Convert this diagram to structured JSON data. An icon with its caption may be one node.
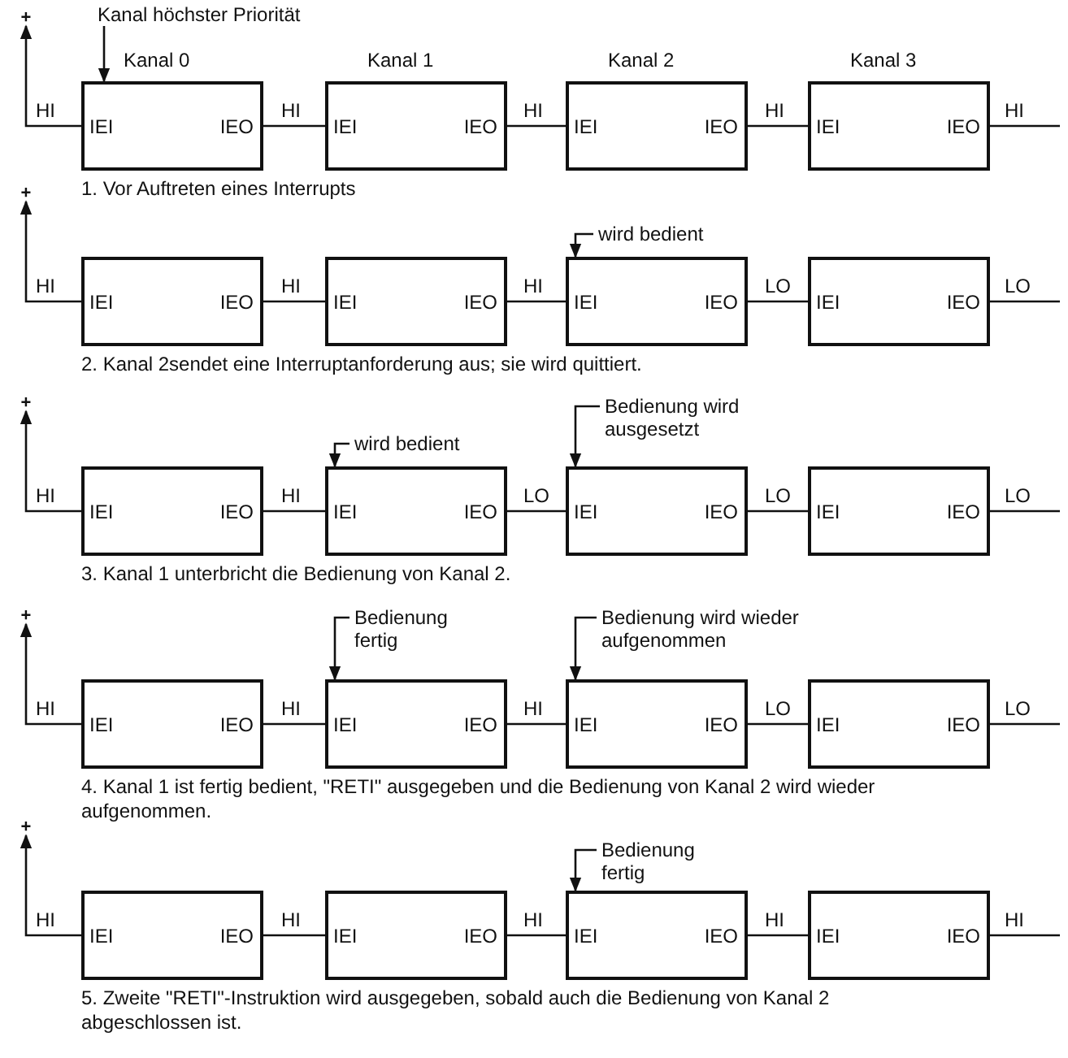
{
  "diagram": {
    "nodes": [
      {
        "text": [
          "Kanal höchster Priorität"
        ]
      },
      {
        "text": [
          "+"
        ]
      },
      {
        "text": [
          "Kanal 0",
          "IEI",
          "IEO"
        ]
      },
      {
        "text": [
          "Kanal 1",
          "IEI",
          "IEO"
        ]
      },
      {
        "text": [
          "Kanal 2",
          "IEI",
          "IEO"
        ]
      },
      {
        "text": [
          "Kanal 3",
          "IEI",
          "IEO"
        ]
      },
      {
        "text": [
          "wird bedient"
        ]
      },
      {
        "text": [
          "+"
        ]
      },
      {
        "text": [
          "IEI",
          "IEO"
        ]
      },
      {
        "text": [
          "IEI",
          "IEO"
        ]
      },
      {
        "text": [
          "IEI",
          "IEO"
        ]
      },
      {
        "text": [
          "IEI",
          "IEO"
        ]
      },
      {
        "text": [
          "wird bedient"
        ]
      },
      {
        "text": [
          "Bedienung wird ausgesetzt"
        ]
      },
      {
        "text": [
          "+"
        ]
      },
      {
        "text": [
          "IEI",
          "IEO"
        ]
      },
      {
        "text": [
          "IEI",
          "IEO"
        ]
      },
      {
        "text": [
          "IEI",
          "IEO"
        ]
      },
      {
        "text": [
          "IEI",
          "IEO"
        ]
      },
      {
        "text": [
          "Bedienung fertig"
        ]
      },
      {
        "text": [
          "Bedienung wird wieder aufgenommen"
        ]
      },
      {
        "text": [
          "+"
        ]
      },
      {
        "text": [
          "IEI",
          "IEO"
        ]
      },
      {
        "text": [
          "IEI",
          "IEO"
        ]
      },
      {
        "text": [
          "IEI",
          "IEO"
        ]
      },
      {
        "text": [
          "IEI",
          "IEO"
        ]
      },
      {
        "text": [
          "Bedienung fertig"
        ]
      },
      {
        "text": [
          "+"
        ]
      },
      {
        "text": [
          "IEI",
          "IEO"
        ]
      },
      {
        "text": [
          "IEI",
          "IEO"
        ]
      },
      {
        "text": [
          "IEI",
          "IEO"
        ]
      },
      {
        "text": [
          "IEI",
          "IEO"
        ]
      }
    ],
    "edges": [
      {
        "from": 0,
        "to": 2,
        "arrow": "to"
      },
      {
        "from": 2,
        "to": 1,
        "arrow": "to",
        "label": "HI"
      },
      {
        "from": 2,
        "to": 3,
        "arrow": "none",
        "label": "HI"
      },
      {
        "from": 3,
        "to": 4,
        "arrow": "none",
        "label": "HI"
      },
      {
        "from": 4,
        "to": 5,
        "arrow": "none",
        "label": "HI"
      },
      {
        "from": 5,
        "to": null,
        "arrow": "none",
        "label": "HI"
      },
      {
        "from": 6,
        "to": 10,
        "arrow": "to"
      },
      {
        "from": 8,
        "to": 7,
        "arrow": "to",
        "label": "HI"
      },
      {
        "from": 8,
        "to": 9,
        "arrow": "none",
        "label": "HI"
      },
      {
        "from": 9,
        "to": 10,
        "arrow": "none",
        "label": "HI"
      },
      {
        "from": 10,
        "to": 11,
        "arrow": "none",
        "label": "LO"
      },
      {
        "from": 11,
        "to": null,
        "arrow": "none",
        "label": "LO"
      },
      {
        "from": 12,
        "to": 16,
        "arrow": "to"
      },
      {
        "from": 13,
        "to": 17,
        "arrow": "to"
      },
      {
        "from": 15,
        "to": 14,
        "arrow": "to",
        "label": "HI"
      },
      {
        "from": 15,
        "to": 16,
        "arrow": "none",
        "label": "HI"
      },
      {
        "from": 16,
        "to": 17,
        "arrow": "none",
        "label": "LO"
      },
      {
        "from": 17,
        "to": 18,
        "arrow": "none",
        "label": "LO"
      },
      {
        "from": 18,
        "to": null,
        "arrow": "none",
        "label": "LO"
      },
      {
        "from": 19,
        "to": 23,
        "arrow": "to"
      },
      {
        "from": 20,
        "to": 24,
        "arrow": "to"
      },
      {
        "from": 22,
        "to": 21,
        "arrow": "to",
        "label": "HI"
      },
      {
        "from": 22,
        "to": 23,
        "arrow": "none",
        "label": "HI"
      },
      {
        "from": 23,
        "to": 24,
        "arrow": "none",
        "label": "HI"
      },
      {
        "from": 24,
        "to": 25,
        "arrow": "none",
        "label": "LO"
      },
      {
        "from": 25,
        "to": null,
        "arrow": "none",
        "label": "LO"
      },
      {
        "from": 26,
        "to": 30,
        "arrow": "to"
      },
      {
        "from": 28,
        "to": 27,
        "arrow": "to",
        "label": "HI"
      },
      {
        "from": 28,
        "to": 29,
        "arrow": "none",
        "label": "HI"
      },
      {
        "from": 29,
        "to": 30,
        "arrow": "none",
        "label": "HI"
      },
      {
        "from": 30,
        "to": 31,
        "arrow": "none",
        "label": "HI"
      },
      {
        "from": 31,
        "to": null,
        "arrow": "none",
        "label": "HI"
      }
    ],
    "labels": [
      "1. Vor Auftreten eines Interrupts",
      "2. Kanal 2sendet eine Interruptanforderung aus; sie wird quittiert.",
      "3. Kanal 1 unterbricht die Bedienung von Kanal 2.",
      "4. Kanal 1 ist fertig bedient, \"RETI\" ausgegeben und die Bedienung von Kanal 2 wird wieder aufgenommen.",
      "5. Zweite \"RETI\"-Instruktion wird ausgegeben, sobald auch die Bedienung von Kanal 2 abgeschlossen ist."
    ]
  }
}
